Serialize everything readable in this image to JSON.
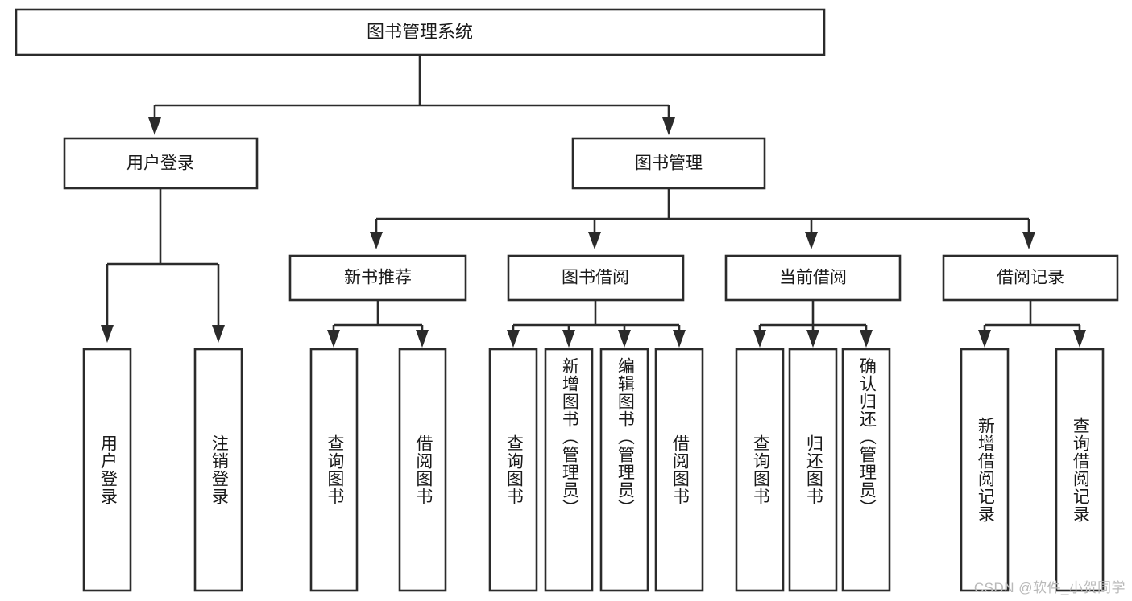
{
  "diagram": {
    "title": "图书管理系统",
    "watermark": "CSDN @软件_小贺同学",
    "colors": {
      "stroke": "#2b2b2b",
      "box_fill": "#ffffff",
      "text": "#1a1a1a",
      "background": "#ffffff",
      "watermark": "#b9b9b9"
    },
    "root": {
      "label": "图书管理系统"
    },
    "level2": [
      {
        "id": "user-login",
        "label": "用户登录"
      },
      {
        "id": "book-management",
        "label": "图书管理"
      }
    ],
    "level3": [
      {
        "id": "new-book-recommend",
        "label": "新书推荐",
        "parent": "book-management"
      },
      {
        "id": "book-borrow",
        "label": "图书借阅",
        "parent": "book-management"
      },
      {
        "id": "current-borrow",
        "label": "当前借阅",
        "parent": "book-management"
      },
      {
        "id": "borrow-record",
        "label": "借阅记录",
        "parent": "book-management"
      }
    ],
    "leaves": [
      {
        "id": "leaf-user-login",
        "label": "用户登录",
        "parent": "user-login"
      },
      {
        "id": "leaf-logout",
        "label": "注销登录",
        "parent": "user-login"
      },
      {
        "id": "leaf-query-book-1",
        "label": "查询图书",
        "parent": "new-book-recommend"
      },
      {
        "id": "leaf-borrow-book-1",
        "label": "借阅图书",
        "parent": "new-book-recommend"
      },
      {
        "id": "leaf-query-book-2",
        "label": "查询图书",
        "parent": "book-borrow"
      },
      {
        "id": "leaf-add-book",
        "label": "新增图书（管理员）",
        "parent": "book-borrow"
      },
      {
        "id": "leaf-edit-book",
        "label": "编辑图书（管理员）",
        "parent": "book-borrow"
      },
      {
        "id": "leaf-borrow-book-2",
        "label": "借阅图书",
        "parent": "book-borrow"
      },
      {
        "id": "leaf-query-book-3",
        "label": "查询图书",
        "parent": "current-borrow"
      },
      {
        "id": "leaf-return-book",
        "label": "归还图书",
        "parent": "current-borrow"
      },
      {
        "id": "leaf-confirm-return",
        "label": "确认归还（管理员）",
        "parent": "current-borrow"
      },
      {
        "id": "leaf-add-record",
        "label": "新增借阅记录",
        "parent": "borrow-record"
      },
      {
        "id": "leaf-query-record",
        "label": "查询借阅记录",
        "parent": "borrow-record"
      }
    ]
  }
}
